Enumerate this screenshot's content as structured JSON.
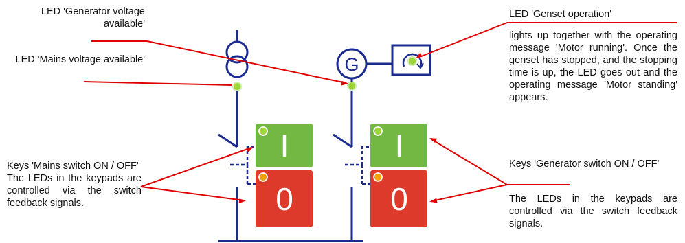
{
  "colors": {
    "line_blue": "#1b2b8f",
    "annotation_red": "#e00000",
    "key_green": "#73b843",
    "key_red": "#de3a2c",
    "led_green": "#9ed63a",
    "led_amber": "#f5a200"
  },
  "labels": {
    "gen_voltage_led": "LED 'Generator voltage available'",
    "mains_voltage_led": "LED 'Mains voltage available'",
    "mains_keys_title": "Keys 'Mains switch ON / OFF'",
    "mains_keys_desc": "The LEDs in the keypads are controlled via the switch feedback signals.",
    "genset_led_title": "LED 'Genset operation'",
    "genset_led_desc": "lights up together with the operating message 'Motor running'. Once the genset has stopped, and the stopping time is up, the LED goes out and the operating message 'Motor standing' appears.",
    "gen_keys_title": "Keys 'Generator switch ON / OFF'",
    "gen_keys_desc": "The LEDs in the keypads are controlled via the switch feedback signals."
  },
  "diagram": {
    "generator_symbol": "G",
    "mains_on_key": "I",
    "mains_off_key": "0",
    "gen_on_key": "I",
    "gen_off_key": "0",
    "icons": [
      "transformer-icon",
      "generator-icon",
      "genset-operation-icon",
      "breaker-switch-icon"
    ]
  }
}
